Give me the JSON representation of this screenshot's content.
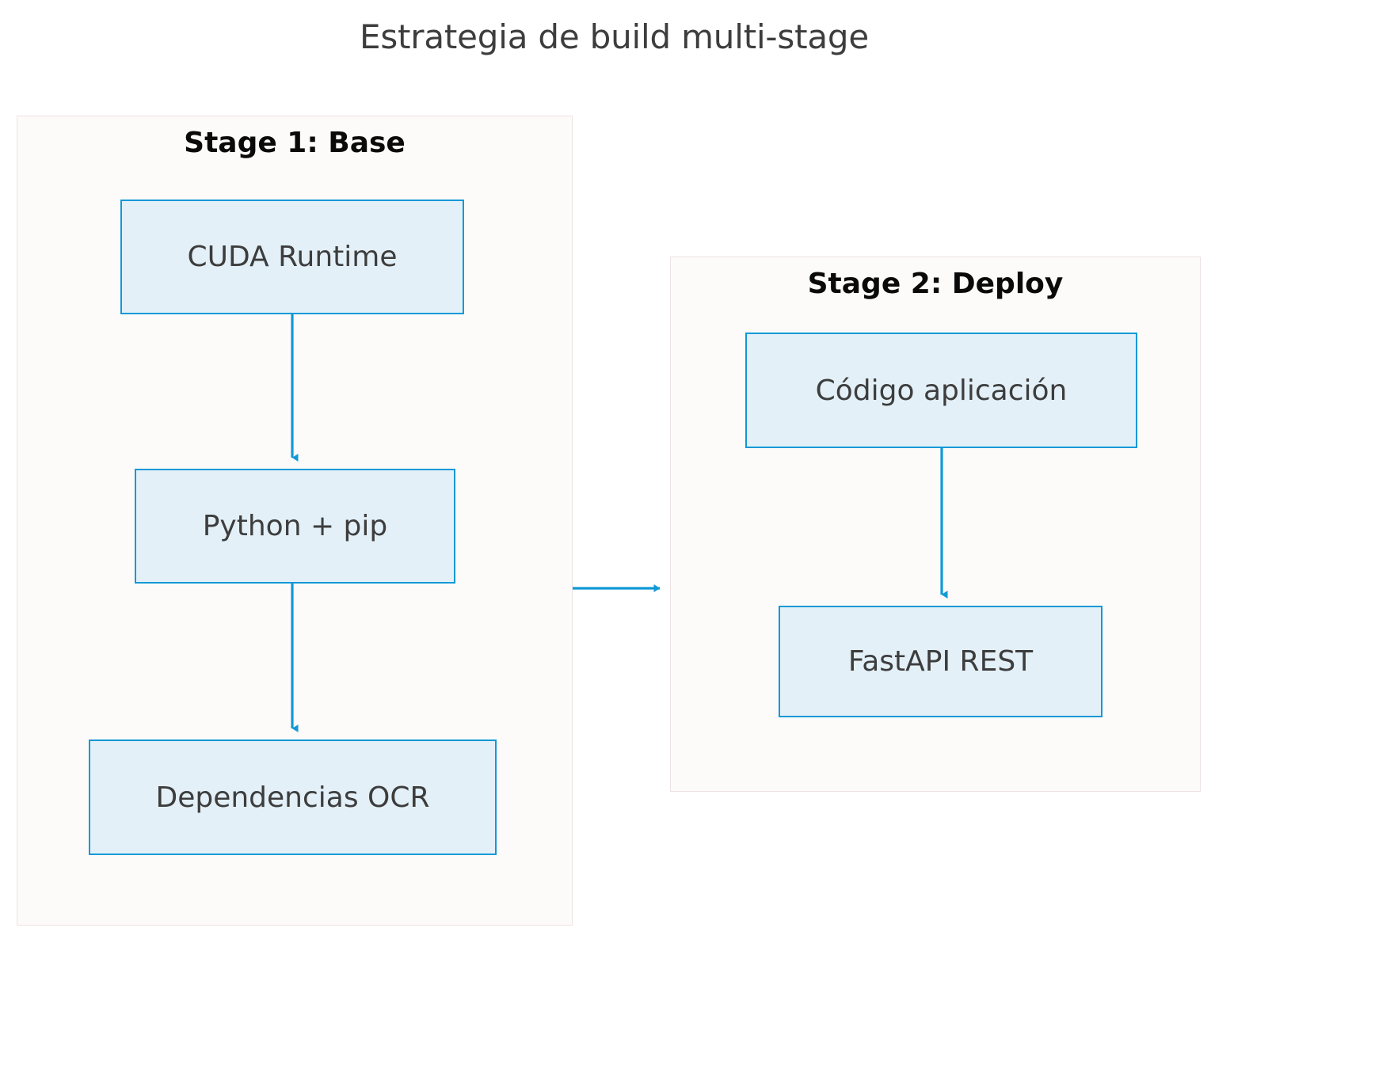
{
  "title": "Estrategia de build multi-stage",
  "theme": {
    "page_background": "#ffffff",
    "stage_background": "#fdfbf9",
    "stage_border": "#eee2e2",
    "node_fill": "#e3f0f8",
    "node_border": "#1099d6",
    "node_text": "#3d3d3d",
    "stage_label_text": "#0a0a0a",
    "edge_color": "#1099d6",
    "title_text": "#3d3d3d"
  },
  "stages": [
    {
      "id": "stage1",
      "label": "Stage 1: Base",
      "nodes": [
        {
          "id": "cuda",
          "label": "CUDA Runtime"
        },
        {
          "id": "python",
          "label": "Python + pip"
        },
        {
          "id": "deps",
          "label": "Dependencias OCR"
        }
      ]
    },
    {
      "id": "stage2",
      "label": "Stage 2: Deploy",
      "nodes": [
        {
          "id": "codigo",
          "label": "Código aplicación"
        },
        {
          "id": "fastapi",
          "label": "FastAPI REST"
        }
      ]
    }
  ],
  "edges": [
    {
      "id": "edge-cuda-python",
      "from": "cuda",
      "to": "python",
      "label": "",
      "direction": "down"
    },
    {
      "id": "edge-python-deps",
      "from": "python",
      "to": "deps",
      "label": "",
      "direction": "down"
    },
    {
      "id": "edge-stage1-stage2",
      "from": "stage1",
      "to": "stage2",
      "label": "",
      "direction": "right"
    },
    {
      "id": "edge-codigo-fastapi",
      "from": "codigo",
      "to": "fastapi",
      "label": "",
      "direction": "down"
    }
  ]
}
